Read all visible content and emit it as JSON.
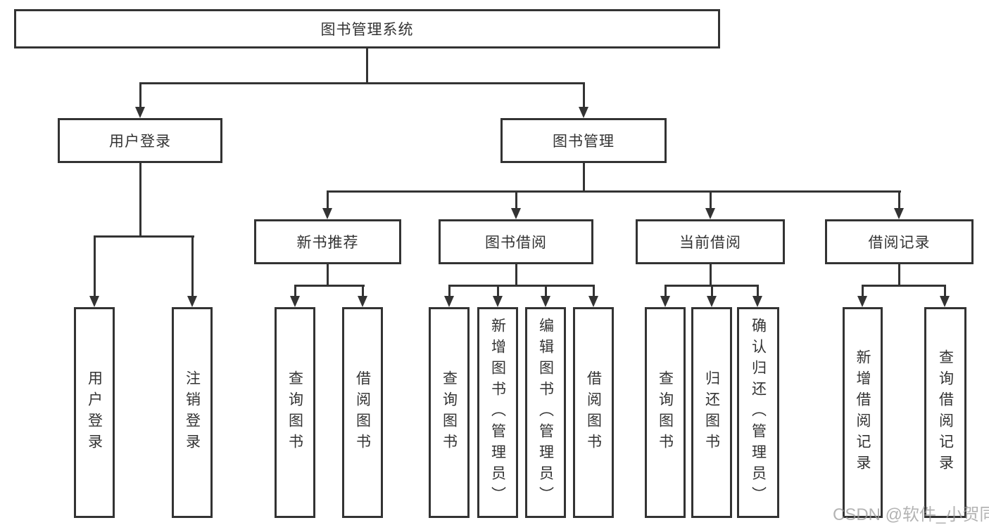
{
  "diagram_title": "图书管理系统",
  "colors": {
    "line": "#333333",
    "box_border": "#333333",
    "background": "#ffffff",
    "text": "#333333",
    "watermark": "#9a9a9a"
  },
  "nodes": {
    "root": {
      "label": "图书管理系统"
    },
    "user_login": {
      "label": "用户登录"
    },
    "book_mgmt": {
      "label": "图书管理"
    },
    "new_book_rec": {
      "label": "新书推荐"
    },
    "book_borrow": {
      "label": "图书借阅"
    },
    "current_borrow": {
      "label": "当前借阅"
    },
    "borrow_records": {
      "label": "借阅记录"
    },
    "leaf_user_login": {
      "label": "用户登录"
    },
    "leaf_logout": {
      "label": "注销登录"
    },
    "leaf_query_book_rec": {
      "label": "查询图书"
    },
    "leaf_borrow_book_rec": {
      "label": "借阅图书"
    },
    "leaf_query_book_borrow": {
      "label": "查询图书"
    },
    "leaf_add_book": {
      "label": "新增图书（管理员）"
    },
    "leaf_edit_book": {
      "label": "编辑图书（管理员）"
    },
    "leaf_borrow_book": {
      "label": "借阅图书"
    },
    "leaf_query_book_current": {
      "label": "查询图书"
    },
    "leaf_return_book": {
      "label": "归还图书"
    },
    "leaf_confirm_return": {
      "label": "确认归还（管理员）"
    },
    "leaf_add_borrow_record": {
      "label": "新增借阅记录"
    },
    "leaf_query_borrow_record": {
      "label": "查询借阅记录"
    }
  },
  "hierarchy": {
    "图书管理系统": {
      "用户登录": [
        "用户登录",
        "注销登录"
      ],
      "图书管理": {
        "新书推荐": [
          "查询图书",
          "借阅图书"
        ],
        "图书借阅": [
          "查询图书",
          "新增图书（管理员）",
          "编辑图书（管理员）",
          "借阅图书"
        ],
        "当前借阅": [
          "查询图书",
          "归还图书",
          "确认归还（管理员）"
        ],
        "借阅记录": [
          "新增借阅记录",
          "查询借阅记录"
        ]
      }
    }
  },
  "watermark": {
    "text": "CSDN @软件_小贺同学"
  }
}
